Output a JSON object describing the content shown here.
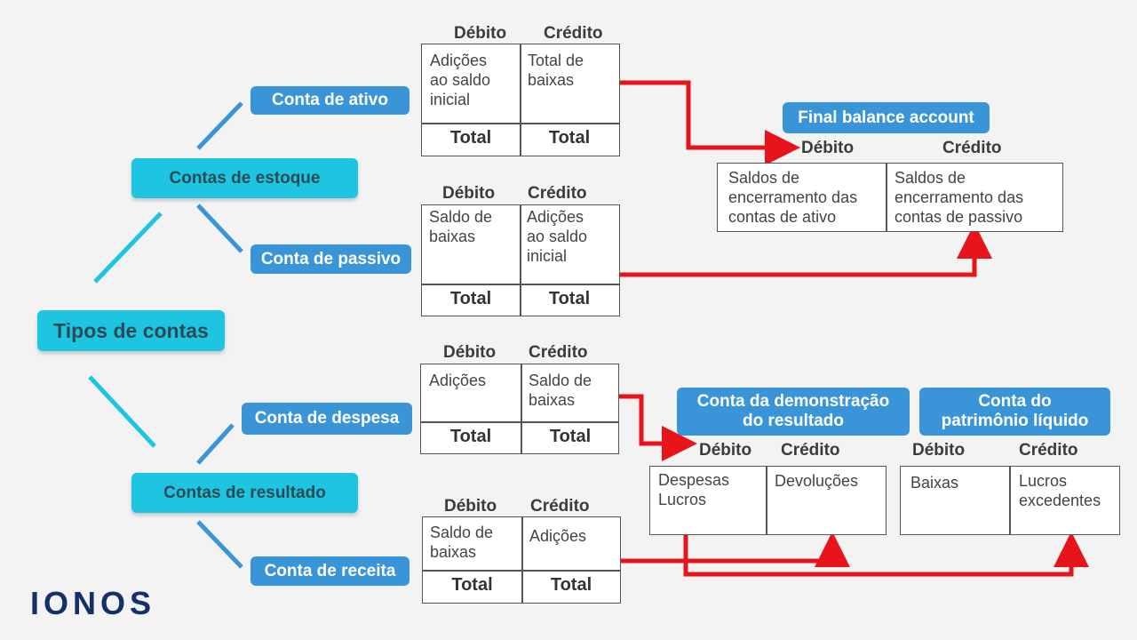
{
  "root": "Tipos de contas",
  "stock": {
    "label": "Contas de estoque",
    "asset": {
      "label": "Conta de ativo",
      "debit": "Débito",
      "credit": "Crédito",
      "left": "Adições\nao saldo\ninicial",
      "right": "Total de\nbaixas",
      "total_left": "Total",
      "total_right": "Total"
    },
    "liability": {
      "label": "Conta de passivo",
      "debit": "Débito",
      "credit": "Crédito",
      "left": "Saldo de\nbaixas",
      "right": "Adições\nao saldo\ninicial",
      "total_left": "Total",
      "total_right": "Total"
    }
  },
  "result": {
    "label": "Contas de resultado",
    "expense": {
      "label": "Conta de despesa",
      "debit": "Débito",
      "credit": "Crédito",
      "left": "Adições",
      "right": "Saldo de\nbaixas",
      "total_left": "Total",
      "total_right": "Total"
    },
    "revenue": {
      "label": "Conta de receita",
      "debit": "Débito",
      "credit": "Crédito",
      "left": "Saldo de\nbaixas",
      "right": "Adições",
      "total_left": "Total",
      "total_right": "Total"
    }
  },
  "final_balance": {
    "label": "Final balance account",
    "debit": "Débito",
    "credit": "Crédito",
    "left": "Saldos de\nencerramento das\ncontas de ativo",
    "right": "Saldos de\nencerramento das\ncontas de passivo"
  },
  "income_statement": {
    "label": "Conta da demonstração\ndo resultado",
    "debit": "Débito",
    "credit": "Crédito",
    "left": "Despesas\nLucros",
    "right": "Devoluções"
  },
  "equity": {
    "label": "Conta do\npatrimônio líquido",
    "debit": "Débito",
    "credit": "Crédito",
    "left": "Baixas",
    "right": "Lucros\nexcedentes"
  },
  "logo": "IONOS",
  "colors": {
    "cyan_node": "#1ec5e1",
    "blue_node": "#3a95d8",
    "connector": "#1ec5e1",
    "sub_connector": "#3a95d8",
    "arrow": "#e8141b",
    "logo": "#14306b",
    "background": "#f3f3f4"
  }
}
